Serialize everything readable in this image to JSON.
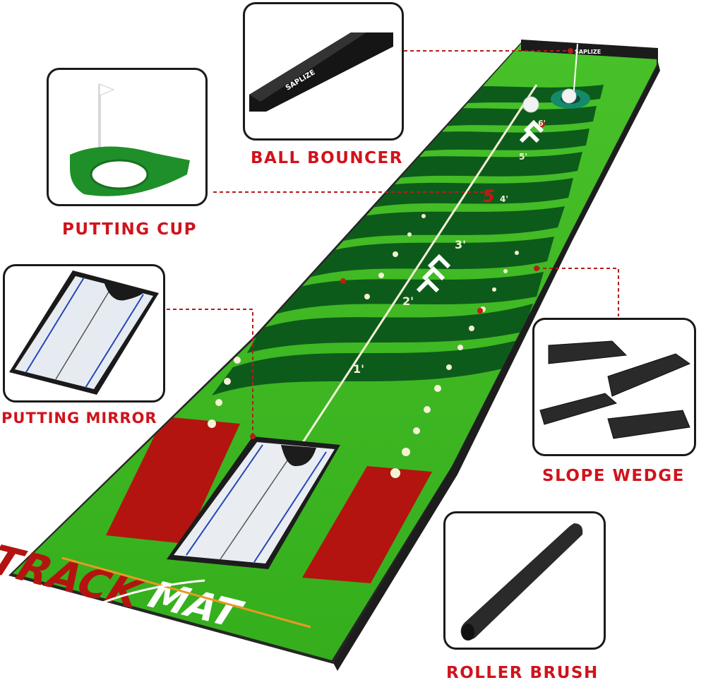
{
  "labels": {
    "ball_bouncer": "BALL BOUNCER",
    "putting_cup": "PUTTING CUP",
    "putting_mirror": "PUTTING MIRROR",
    "slope_wedge": "SLOPE WEDGE",
    "roller_brush": "ROLLER BRUSH"
  },
  "brand": "SAPLIZE",
  "mat_title": {
    "word1": "TRACK",
    "word2": "MAT"
  },
  "distance_marks": [
    "1'",
    "2'",
    "3'",
    "4'",
    "5'",
    "6'"
  ],
  "hole_number": "5",
  "colors": {
    "label_red": "#d0131c",
    "mat_light_green": "#3fb51f",
    "mat_dark_green": "#0c5a1a",
    "target_red": "#b3140f",
    "mat_border": "#222222",
    "connector": "#b71c1c"
  }
}
